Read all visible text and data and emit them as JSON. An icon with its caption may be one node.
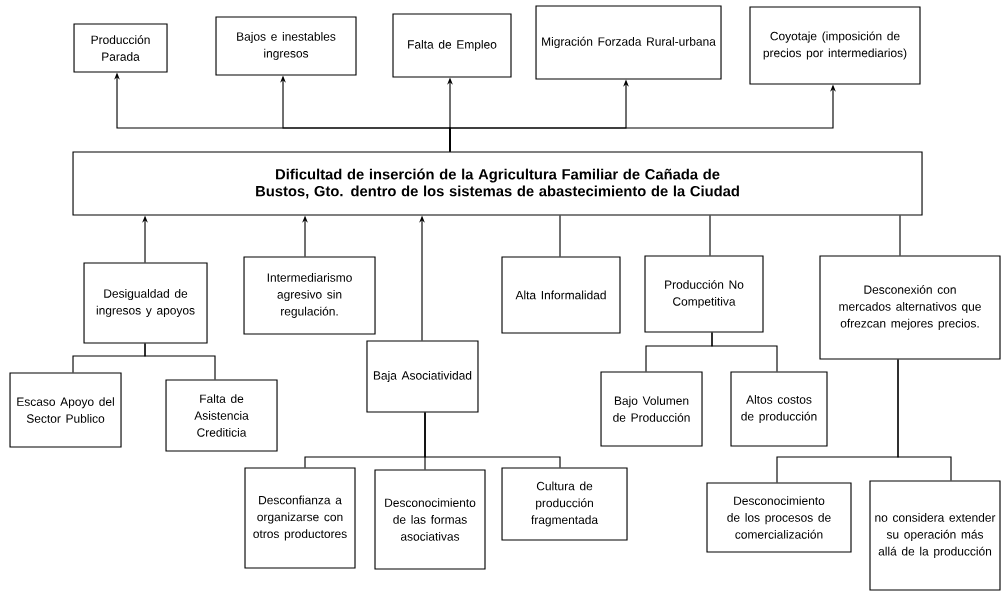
{
  "diagram": {
    "nodes": [
      {
        "text": [
          "Producción Parada"
        ]
      },
      {
        "text": [
          "Bajos e inestables ingresos"
        ]
      },
      {
        "text": [
          "Falta de Empleo"
        ]
      },
      {
        "text": [
          "Migración Forzada Rural-urbana"
        ]
      },
      {
        "text": [
          "Coyotaje (imposición de precios por intermediarios)"
        ]
      },
      {
        "text": [
          "Dificultad de inserción de la Agricultura Familiar de Cañada de Bustos, Gto. dentro de los sistemas de abastecimiento de la Ciudad"
        ]
      },
      {
        "text": [
          "Desigualdad de ingresos y apoyos"
        ]
      },
      {
        "text": [
          "Intermediarismo agresivo sin regulación."
        ]
      },
      {
        "text": [
          "Baja Asociatividad"
        ]
      },
      {
        "text": [
          "Alta Informalidad"
        ]
      },
      {
        "text": [
          "Producción No Competitiva"
        ]
      },
      {
        "text": [
          "Desconexión con mercados alternativos que ofrezcan mejores precios."
        ]
      },
      {
        "text": [
          "Escaso Apoyo del Sector Publico"
        ]
      },
      {
        "text": [
          "Falta de Asistencia Crediticia"
        ]
      },
      {
        "text": [
          "Desconfianza a organizarse con otros productores"
        ]
      },
      {
        "text": [
          "Desconocimiento de las formas asociativas"
        ]
      },
      {
        "text": [
          "Cultura de producción fragmentada"
        ]
      },
      {
        "text": [
          "Bajo Volumen de Producción"
        ]
      },
      {
        "text": [
          "Altos costos de producción"
        ]
      },
      {
        "text": [
          "Desconocimiento de los procesos de comercialización"
        ]
      },
      {
        "text": [
          "no considera extender su operación más allá de la producción"
        ]
      }
    ],
    "edges": [
      {
        "from": 5,
        "to": 0,
        "arrow": "to"
      },
      {
        "from": 5,
        "to": 1,
        "arrow": "to"
      },
      {
        "from": 5,
        "to": 2,
        "arrow": "to"
      },
      {
        "from": 5,
        "to": 3,
        "arrow": "to"
      },
      {
        "from": 5,
        "to": 4,
        "arrow": "to"
      },
      {
        "from": 6,
        "to": 5,
        "arrow": "to"
      },
      {
        "from": 7,
        "to": 5,
        "arrow": "to"
      },
      {
        "from": 8,
        "to": 5,
        "arrow": "to"
      },
      {
        "from": 9,
        "to": 5,
        "arrow": "none"
      },
      {
        "from": 10,
        "to": 5,
        "arrow": "none"
      },
      {
        "from": 11,
        "to": 5,
        "arrow": "none"
      },
      {
        "from": 6,
        "to": 12,
        "arrow": "none"
      },
      {
        "from": 6,
        "to": 13,
        "arrow": "none"
      },
      {
        "from": 8,
        "to": 14,
        "arrow": "none"
      },
      {
        "from": 8,
        "to": 15,
        "arrow": "none"
      },
      {
        "from": 8,
        "to": 16,
        "arrow": "none"
      },
      {
        "from": 10,
        "to": 17,
        "arrow": "none"
      },
      {
        "from": 10,
        "to": 18,
        "arrow": "none"
      },
      {
        "from": 11,
        "to": 19,
        "arrow": "none"
      },
      {
        "from": 11,
        "to": 20,
        "arrow": "none"
      }
    ]
  }
}
